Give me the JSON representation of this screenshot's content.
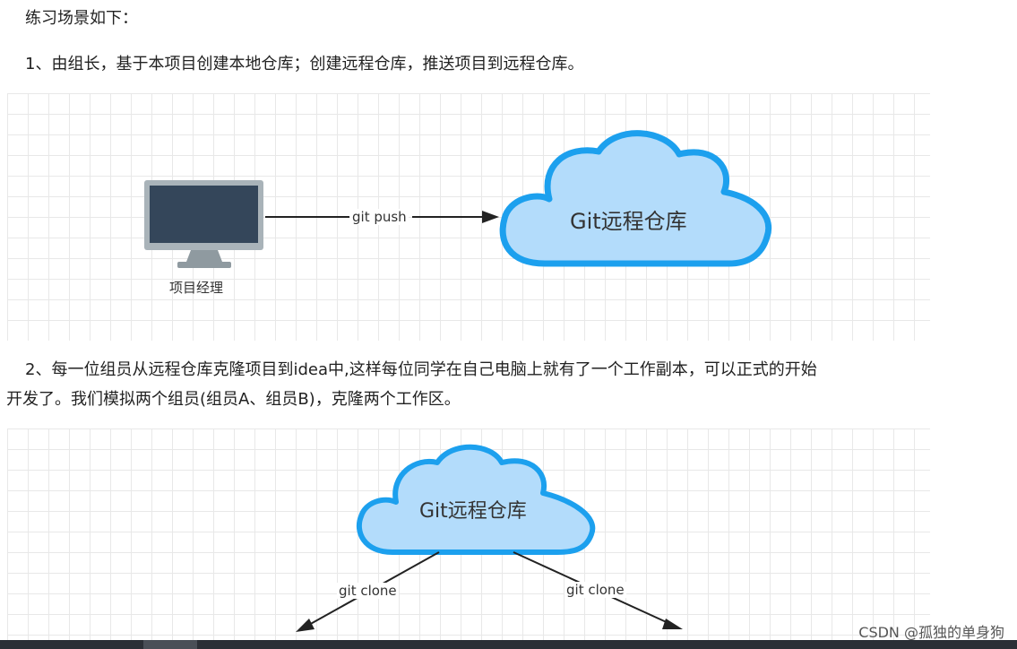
{
  "intro": "练习场景如下：",
  "step1": "1、由组长，基于本项目创建本地仓库；创建远程仓库，推送项目到远程仓库。",
  "diagram1": {
    "computer_label": "项目经理",
    "arrow_label": "git push",
    "cloud_label": "Git远程仓库"
  },
  "step2_line1": "2、每一位组员从远程仓库克隆项目到idea中,这样每位同学在自己电脑上就有了一个工作副本，可以正式的开始",
  "step2_line2": "开发了。我们模拟两个组员(组员A、组员B)，克隆两个工作区。",
  "diagram2": {
    "cloud_label": "Git远程仓库",
    "left_arrow_label": "git clone",
    "right_arrow_label": "git clone"
  },
  "watermark": "CSDN @孤独的单身狗",
  "colors": {
    "cloud_fill": "#b3dcfb",
    "cloud_stroke": "#1ca0ee",
    "monitor_frame": "#a9b3b9",
    "monitor_screen": "#34465a"
  }
}
